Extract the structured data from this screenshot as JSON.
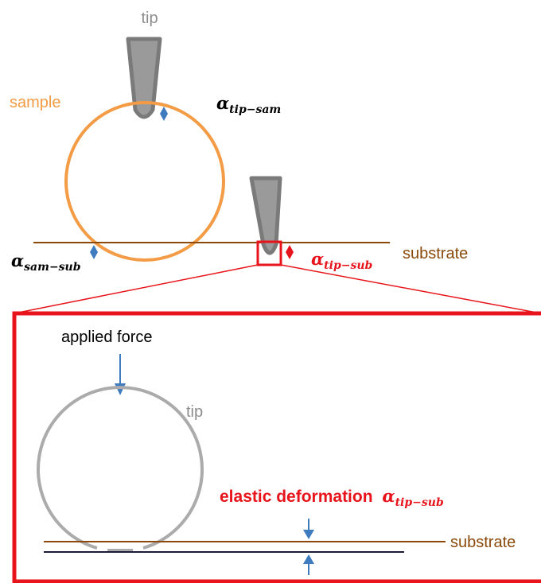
{
  "labels": {
    "tip_top": "tip",
    "sample": "sample",
    "substrate_top": "substrate",
    "tip_zoom": "tip",
    "applied_force": "applied force",
    "elastic_deformation": "elastic deformation",
    "substrate_zoom": "substrate"
  },
  "alpha": {
    "symbol": "α",
    "tip_sam": "tip−sam",
    "sam_sub": "sam−sub",
    "tip_sub": "tip−sub"
  },
  "colors": {
    "sample": "#F39B45",
    "substrate": "#8B4A0C",
    "tip_fill": "#9A9A9A",
    "tip_stroke": "#7A7A7A",
    "highlight": "#E8141B",
    "marker": "#3F7BBF",
    "zoom_tip": "#ABABAB"
  }
}
